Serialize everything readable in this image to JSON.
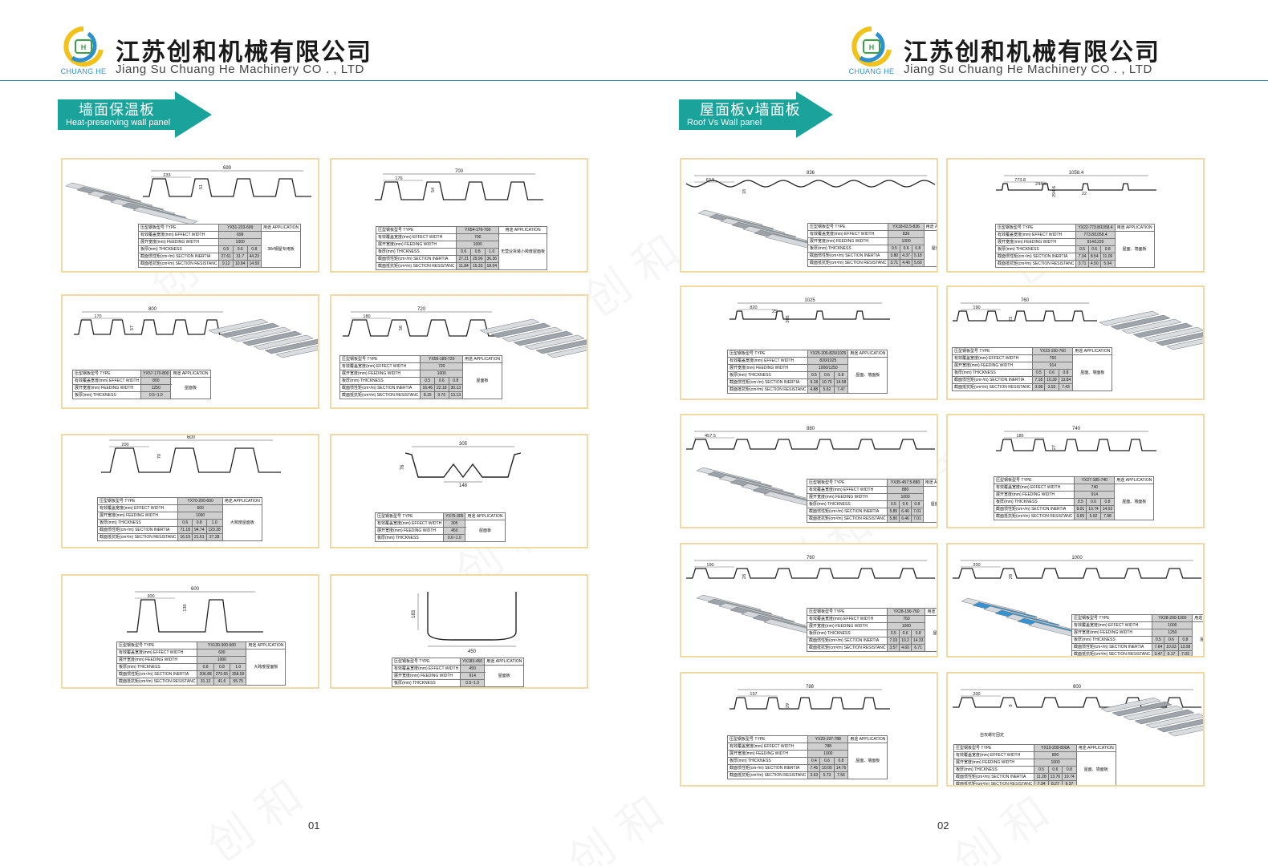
{
  "company": {
    "name_cn": "江苏创和机械有限公司",
    "name_en": "Jiang Su Chuang He Machinery CO . , LTD",
    "logo_text": "CHUANG HE"
  },
  "colors": {
    "accent": "#1aa39a",
    "line": "#2c7fb8",
    "panel_border": "#f1d9a6",
    "sheet": "#9aa0a6",
    "sheet_blue": "#2f8fd1"
  },
  "watermark": "创 和",
  "pages": [
    {
      "number": "01",
      "banner": {
        "cn": "墙面保温板",
        "en": "Heat-preserving wall panel"
      }
    },
    {
      "number": "02",
      "banner": {
        "cn": "屋面板v墙面板",
        "en": "Roof Vs Wall panel"
      }
    }
  ],
  "labels": {
    "type": "压型钢板型号 TYPE",
    "effect": "有效覆盖宽度(mm) EFFECT WIDTH",
    "feeding": "展开宽度(mm) FEEDING WIDTH",
    "thickness": "板厚(mm) THICKNESS",
    "inertia": "截面惯性矩(cm⁴/m) SECTION INERTIA",
    "resist": "截面抵抗矩(cm³/m) SECTION RESISTANC",
    "application": "用途 APPLICATION"
  },
  "panels": [
    {
      "id": "p1",
      "dims": [
        "699",
        "233",
        "51"
      ],
      "type": "YX51-233-699",
      "effect": "699",
      "feeding": "1000",
      "thk": [
        "0.5",
        "0.6",
        "0.8"
      ],
      "inertia": [
        "27.61",
        "31.7",
        "44.23"
      ],
      "resist": [
        "9.12",
        "10.84",
        "14.59"
      ],
      "app": "38#钢屋专用板"
    },
    {
      "id": "p2",
      "dims": [
        "700",
        "176",
        "54"
      ],
      "type": "YX54-176-700",
      "effect": "700",
      "feeding": "1000",
      "thk": [
        "0.6",
        "0.8",
        "1.0"
      ],
      "inertia": [
        "27.21",
        "29.96",
        "36.36"
      ],
      "resist": [
        "11.84",
        "15.33",
        "18.04"
      ],
      "app": "无营业拆装小跨度屋面板"
    },
    {
      "id": "p3",
      "dims": [
        "800",
        "170",
        "57"
      ],
      "type": "YX57-170-800",
      "effect": "800",
      "feeding": "1250",
      "thk": [
        "0.5~1.0"
      ],
      "app": "屋面板"
    },
    {
      "id": "p4",
      "dims": [
        "720",
        "180",
        "56"
      ],
      "type": "YX56-180-720",
      "effect": "720",
      "feeding": "1000",
      "thk": [
        "0.5",
        "0.6",
        "0.8"
      ],
      "inertia": [
        "16.46",
        "22.18",
        "30.13"
      ],
      "resist": [
        "8.15",
        "9.76",
        "13.13"
      ],
      "app": "屋面板"
    },
    {
      "id": "p5",
      "dims": [
        "600",
        "200",
        "70"
      ],
      "type": "YX70-200-600",
      "effect": "600",
      "feeding": "1000",
      "thk": [
        "0.6",
        "0.8",
        "1.0"
      ],
      "inertia": [
        "71.18",
        "94.74",
        "123.28"
      ],
      "resist": [
        "16.19",
        "21.61",
        "27.28"
      ],
      "app": "大跨度屋面板"
    },
    {
      "id": "p6",
      "dims": [
        "305",
        "148",
        "76"
      ],
      "type": "YX76-305",
      "effect": "305",
      "feeding": "450",
      "thk": [
        "0.6~1.0"
      ],
      "app": "屋面板"
    },
    {
      "id": "p7",
      "dims": [
        "600",
        "300",
        "130"
      ],
      "type": "YX130-300-600",
      "effect": "600",
      "feeding": "1000",
      "thk": [
        "0.8",
        "0.8",
        "1.0"
      ],
      "inertia": [
        "206.88",
        "270.65",
        "358.59"
      ],
      "resist": [
        "31.12",
        "41.6",
        "55.75"
      ],
      "app": "大跨度屋面板"
    },
    {
      "id": "p8",
      "dims": [
        "450",
        "183"
      ],
      "type": "YX183-450",
      "effect": "450",
      "feeding": "914",
      "thk": [
        "0.5~1.0"
      ],
      "app": "屋面板"
    },
    {
      "id": "q1",
      "dims": [
        "836",
        "63.5",
        "18"
      ],
      "type": "YX18-63.5-836",
      "effect": "836",
      "feeding": "1000",
      "thk": [
        "0.5",
        "0.6",
        "0.8"
      ],
      "inertia": [
        "3.80",
        "4.37",
        "5.18"
      ],
      "resist": [
        "3.71",
        "4.40",
        "5.60"
      ],
      "app": "屋面、墙面板"
    },
    {
      "id": "q2",
      "dims": [
        "1058.4",
        "773.8",
        "294.6",
        "244.6",
        "22"
      ],
      "type": "YX22-773.8/1058.4",
      "effect": "773.8/1058.4",
      "feeding": "914/1220",
      "thk": [
        "0.5",
        "0.6",
        "0.8"
      ],
      "inertia": [
        "7.34",
        "8.54",
        "11.09"
      ],
      "resist": [
        "3.71",
        "4.50",
        "5.94"
      ],
      "app": "屋面、墙面板"
    },
    {
      "id": "q3",
      "dims": [
        "1025",
        "820",
        "205",
        "25"
      ],
      "type": "YX25-205-820/1025",
      "effect": "820/1025",
      "feeding": "1000/1250",
      "thk": [
        "0.5",
        "0.6",
        "0.8"
      ],
      "inertia": [
        "9.18",
        "10.76",
        "14.58"
      ],
      "resist": [
        "4.88",
        "5.62",
        "7.47"
      ],
      "app": "屋面、墙面板"
    },
    {
      "id": "q4",
      "dims": [
        "760",
        "190",
        "23"
      ],
      "type": "YX23-190-760",
      "effect": "760",
      "feeding": "914",
      "thk": [
        "0.5",
        "0.6",
        "0.8"
      ],
      "inertia": [
        "7.18",
        "10.39",
        "13.84"
      ],
      "resist": [
        "3.08",
        "3.93",
        "7.43"
      ],
      "app": "屋面、墙面板"
    },
    {
      "id": "q5",
      "dims": [
        "880",
        "457.5"
      ],
      "type": "YX35-457.5-880",
      "effect": "880",
      "feeding": "1000",
      "thk": [
        "0.5",
        "0.6",
        "0.8"
      ],
      "inertia": [
        "5.85",
        "6.46",
        "7.01"
      ],
      "resist": [
        "5.80",
        "6.46",
        "7.01"
      ],
      "app": "屋面、墙面板"
    },
    {
      "id": "q6",
      "dims": [
        "740",
        "185",
        "27"
      ],
      "type": "YX27-185-740",
      "effect": "740",
      "feeding": "914",
      "thk": [
        "0.5",
        "0.6",
        "0.8"
      ],
      "inertia": [
        "8.01",
        "10.74",
        "14.02"
      ],
      "resist": [
        "3.65",
        "5.02",
        "7.98"
      ],
      "app": "屋面、墙面板"
    },
    {
      "id": "q7",
      "dims": [
        "760",
        "190",
        "28"
      ],
      "type": "YX28-190-760",
      "effect": "760",
      "feeding": "1000",
      "thk": [
        "0.5",
        "0.6",
        "0.8"
      ],
      "inertia": [
        "7.03",
        "10.2",
        "14.33"
      ],
      "resist": [
        "3.57",
        "4.60",
        "6.71"
      ],
      "app": "屋面、墙面板"
    },
    {
      "id": "q8",
      "dims": [
        "1000",
        "200",
        "28"
      ],
      "type": "YX28-200-1000",
      "effect": "1000",
      "feeding": "1250",
      "thk": [
        "0.5",
        "0.6",
        "0.8"
      ],
      "inertia": [
        "7.64",
        "10.03",
        "13.08"
      ],
      "resist": [
        "3.47",
        "5.17",
        "7.03"
      ],
      "app": "屋面、墙面板"
    },
    {
      "id": "q9",
      "dims": [
        "788",
        "197",
        "29"
      ],
      "type": "YX29-197-788",
      "effect": "788",
      "feeding": "1000",
      "thk": [
        "0.4",
        "0.6",
        "0.8"
      ],
      "inertia": [
        "7.45",
        "10.00",
        "14.76"
      ],
      "resist": [
        "3.63",
        "5.73",
        "7.56"
      ],
      "app": "屋面、墙面板"
    },
    {
      "id": "q10",
      "dims": [
        "800",
        "200",
        "8"
      ],
      "type": "YX10-200-800A",
      "effect": "800",
      "feeding": "1000",
      "thk": [
        "0.5",
        "0.6",
        "0.8"
      ],
      "inertia": [
        "11.28",
        "13.76",
        "19.74"
      ],
      "resist": [
        "7.34",
        "8.27",
        "9.37"
      ],
      "app": "屋面、墙面板",
      "extra": "自攻螺钉固定"
    }
  ]
}
